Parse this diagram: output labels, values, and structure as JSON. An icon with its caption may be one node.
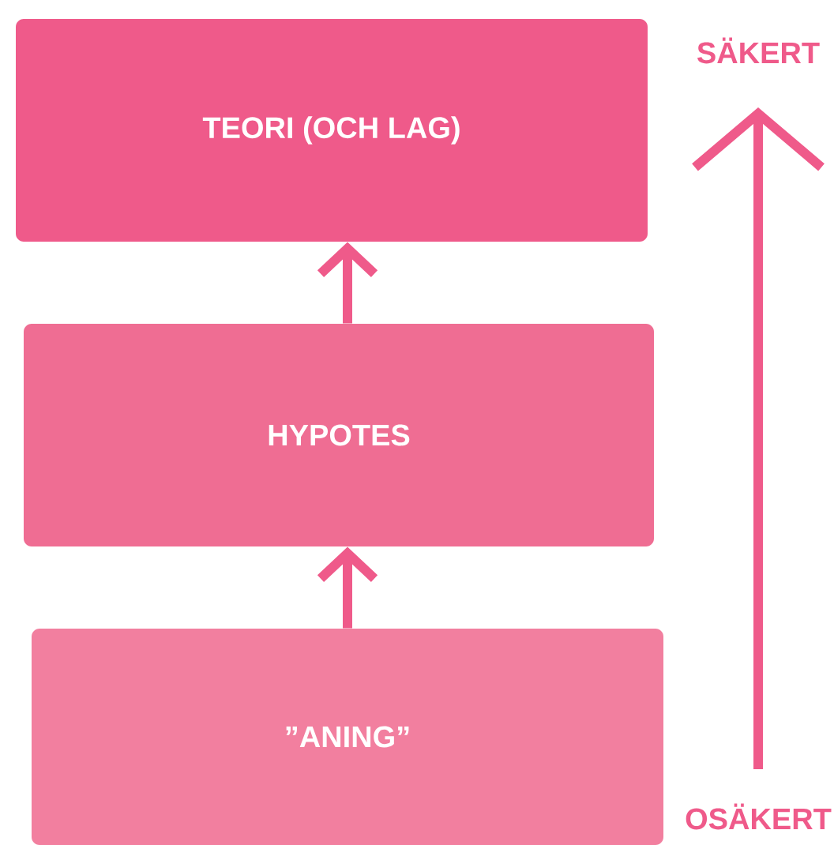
{
  "diagram": {
    "nodes": [
      {
        "text": [
          "TEORI (OCH LAG)"
        ]
      },
      {
        "text": [
          "HYPOTES"
        ]
      },
      {
        "text": [
          "”ANING”"
        ]
      }
    ],
    "edges": [
      {
        "from": 2,
        "to": 1,
        "arrow": "to"
      },
      {
        "from": 1,
        "to": 0,
        "arrow": "to"
      }
    ],
    "labels": [
      "SÄKERT",
      "OSÄKERT"
    ]
  }
}
